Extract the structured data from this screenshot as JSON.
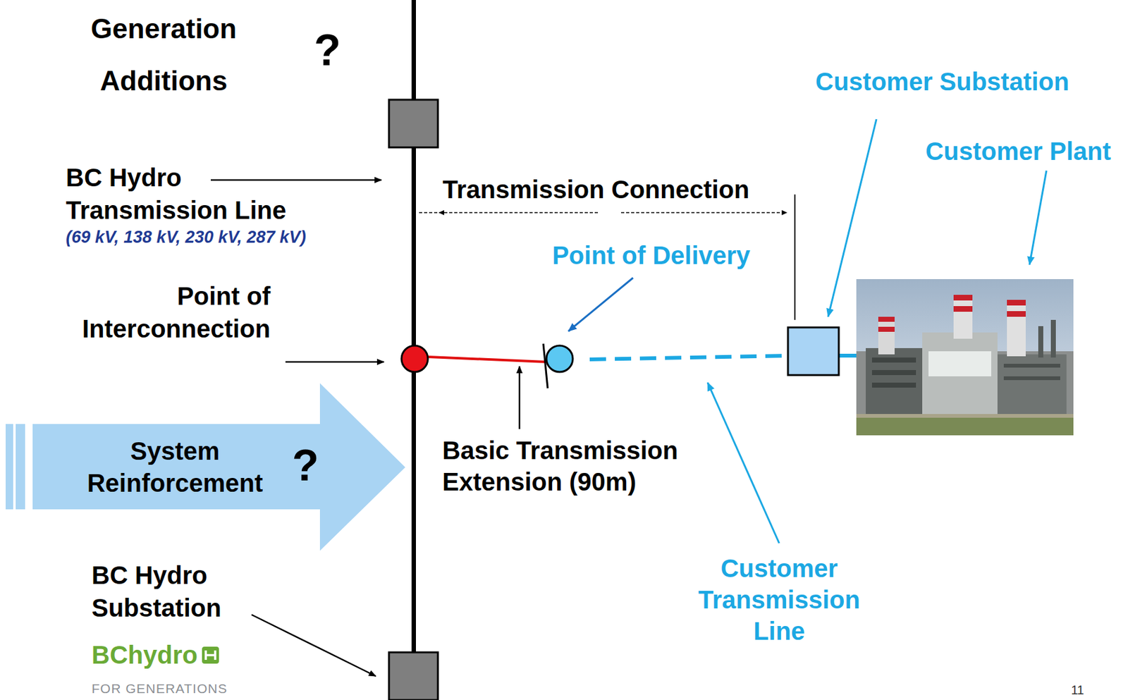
{
  "diagram": {
    "nodes": [
      {
        "text": [
          "System Reinforcement",
          "?"
        ]
      }
    ],
    "labels": [
      "Generation Additions",
      "?",
      "BC Hydro Transmission Line",
      "(69 kV, 138 kV, 230 kV, 287 kV)",
      "Point of Interconnection",
      "Transmission Connection",
      "Point of Delivery",
      "Basic Transmission Extension (90m)",
      "Customer Substation",
      "Customer Plant",
      "Customer Transmission Line",
      "BC Hydro Substation",
      "BChydro",
      "FOR GENERATIONS",
      "11"
    ]
  }
}
